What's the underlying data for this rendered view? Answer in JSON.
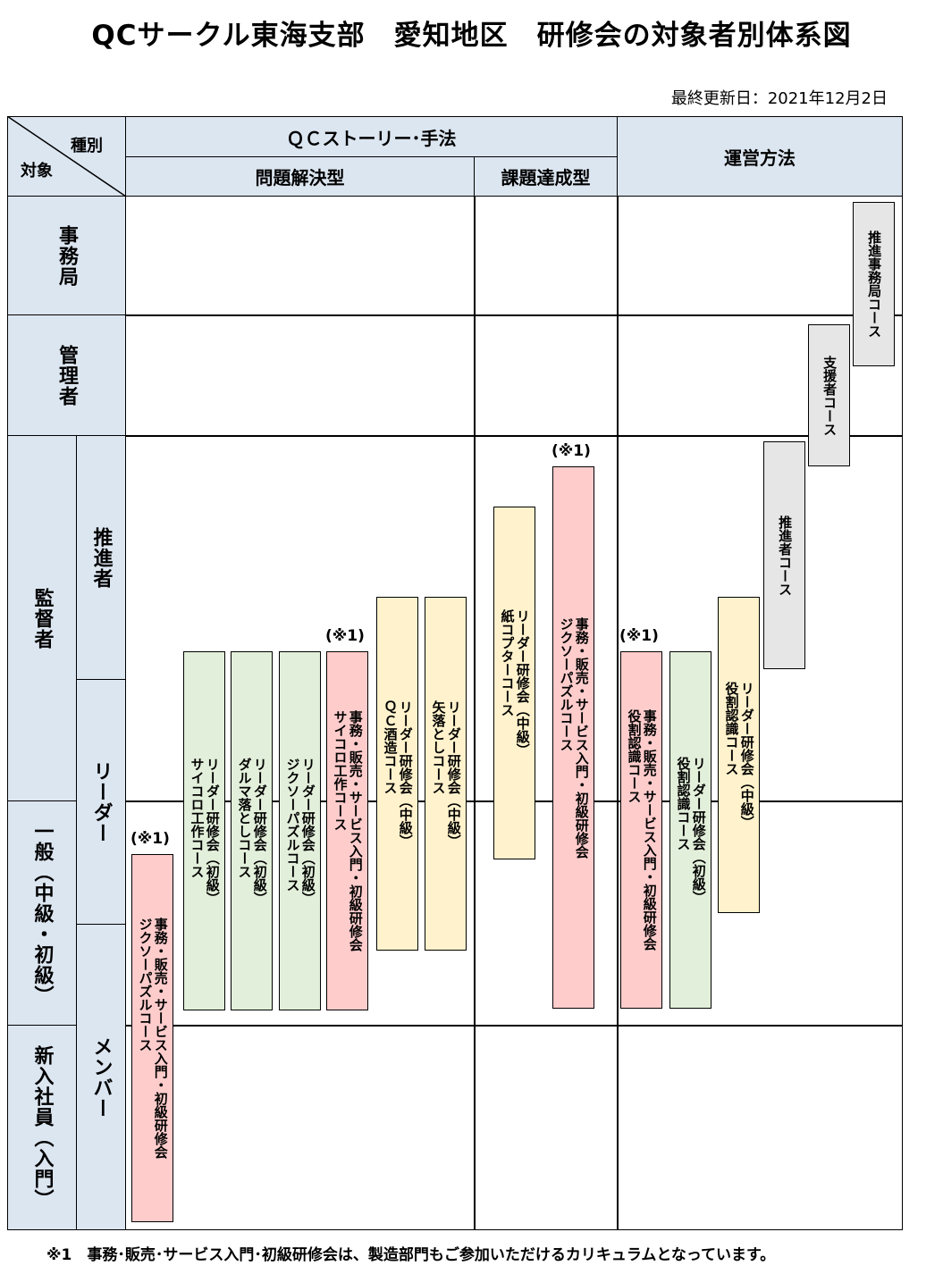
{
  "title": "QCサークル東海支部　愛知地区　研修会の対象者別体系図",
  "updated": "最終更新日：2021年12月2日",
  "header": {
    "kind_label": "種別",
    "target_label": "対象",
    "qc_story": "ＱＣストーリー･手法",
    "problem_solving": "問題解決型",
    "task_achieving": "課題達成型",
    "operation": "運営方法"
  },
  "rows": {
    "secretariat": "事務局",
    "manager": "管理者",
    "supervisor": "監督者",
    "promoter": "推進者",
    "leader": "リーダー",
    "general": "一般（中級・初級）",
    "member": "メンバー",
    "newcomer": "新入社員（入門）"
  },
  "courses": [
    {
      "id": "c1",
      "text": "事務・販売・サービス入門・初級研修会\nジクソーパズルコース",
      "color": "pink",
      "mark": "(※1)"
    },
    {
      "id": "c2",
      "text": "リーダー研修会（初級）\nサイコロ工作コース",
      "color": "green"
    },
    {
      "id": "c3",
      "text": "リーダー研修会（初級）\nダルマ落としコース",
      "color": "green"
    },
    {
      "id": "c4",
      "text": "リーダー研修会（初級）\nジクソーパズルコース",
      "color": "green"
    },
    {
      "id": "c5",
      "text": "事務・販売・サービス入門・初級研修会\nサイコロ工作コース",
      "color": "pink",
      "mark": "(※1)"
    },
    {
      "id": "c6",
      "text": "リーダー研修会（中級）\nＱＣ酒造コース",
      "color": "yellow"
    },
    {
      "id": "c7",
      "text": "リーダー研修会（中級）\n矢落としコース",
      "color": "yellow"
    },
    {
      "id": "c8",
      "text": "リーダー研修会（中級）\n紙コプターコース",
      "color": "yellow"
    },
    {
      "id": "c9",
      "text": "事務・販売・サービス入門・初級研修会\nジクソーパズルコース",
      "color": "pink",
      "mark": "(※1)"
    },
    {
      "id": "c10",
      "text": "事務・販売・サービス入門・初級研修会\n役割認識コース",
      "color": "pink",
      "mark": "(※1)"
    },
    {
      "id": "c11",
      "text": "リーダー研修会（初級）\n役割認識コース",
      "color": "green"
    },
    {
      "id": "c12",
      "text": "リーダー研修会（中級）\n役割認識コース",
      "color": "yellow"
    },
    {
      "id": "c13",
      "text": "推進者コース",
      "color": "gray"
    },
    {
      "id": "c14",
      "text": "支援者コース",
      "color": "gray"
    },
    {
      "id": "c15",
      "text": "推進事務局コース",
      "color": "gray"
    }
  ],
  "footnote": "※1　事務･販売･サービス入門･初級研修会は、製造部門もご参加いただけるカリキュラムとなっています。",
  "colors": {
    "header_bg": "#dce6f1",
    "green": "#e2efda",
    "yellow": "#fff2cc",
    "pink": "#ffcccc",
    "gray": "#e6e6e6"
  }
}
